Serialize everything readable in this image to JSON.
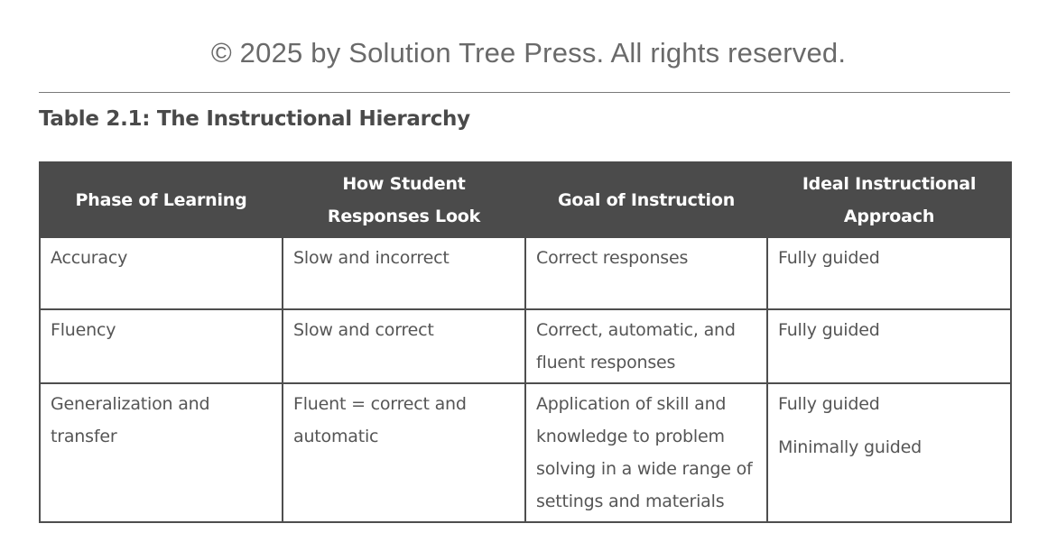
{
  "header": {
    "copyright": "© 2025 by Solution Tree Press. All rights reserved."
  },
  "table": {
    "title": "Table 2.1: The Instructional Hierarchy",
    "columns": [
      "Phase of Learning",
      "How Student Responses Look",
      "Goal of Instruction",
      "Ideal Instructional Approach"
    ],
    "rows": [
      {
        "phase": "Accuracy",
        "responses": "Slow and incorrect",
        "goal": "Correct responses",
        "approach": [
          "Fully guided"
        ]
      },
      {
        "phase": "Fluency",
        "responses": "Slow and correct",
        "goal": "Correct, automatic, and fluent responses",
        "approach": [
          "Fully guided"
        ]
      },
      {
        "phase": "Generalization and transfer",
        "responses": "Fluent = correct and automatic",
        "goal": "Application of skill and knowledge to problem solving in a wide range of settings and materials",
        "approach": [
          "Fully guided",
          "Minimally guided"
        ]
      }
    ]
  },
  "colors": {
    "header_bg": "#4b4b4b",
    "header_text": "#ffffff",
    "body_text": "#555555",
    "border": "#4e4e4e"
  }
}
